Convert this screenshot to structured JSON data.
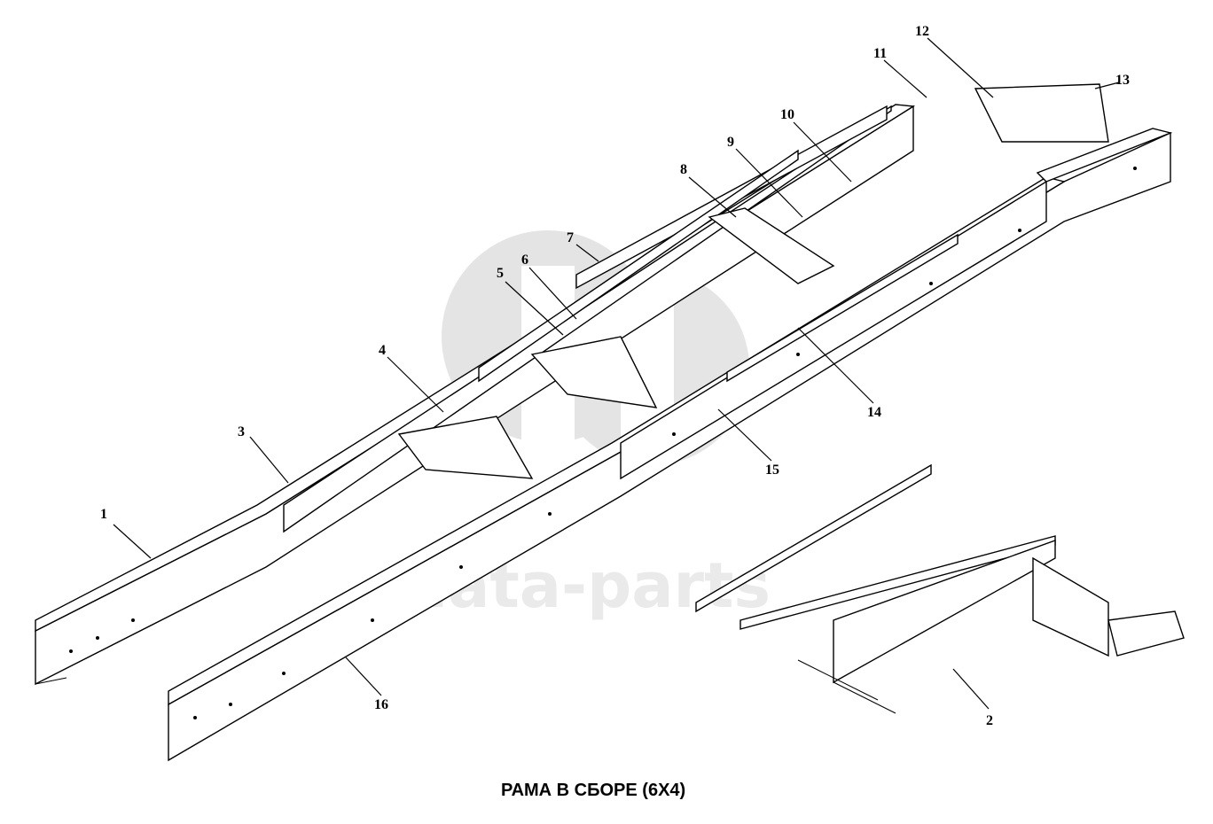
{
  "title": "РАМА В СБОРЕ (6X4)",
  "watermark": {
    "text": "data-parts",
    "color": "#d9d9d9"
  },
  "callouts": [
    "1",
    "2",
    "3",
    "4",
    "5",
    "6",
    "7",
    "8",
    "9",
    "10",
    "11",
    "12",
    "13",
    "14",
    "15",
    "16"
  ]
}
